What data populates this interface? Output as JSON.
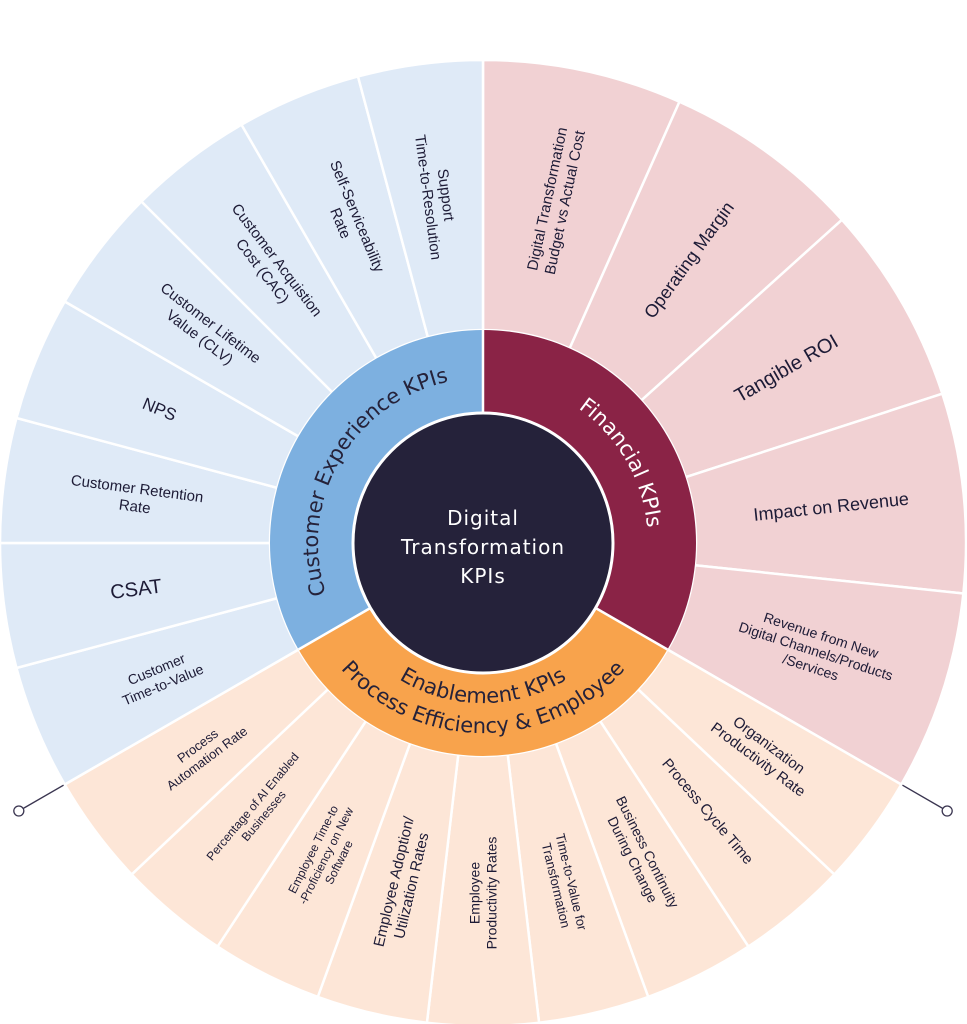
{
  "center": {
    "lines": [
      "Digital",
      "Transformation",
      "KPIs"
    ]
  },
  "colors": {
    "center": "#25223a",
    "financial_ring": "#8a2346",
    "financial_outer": "#f1d1d3",
    "customer_ring": "#7db0e0",
    "customer_outer": "#dfeaf7",
    "process_ring": "#f8a34c",
    "process_outer": "#fde6d7",
    "axis_line": "#3a3550"
  },
  "categories": [
    {
      "id": "financial",
      "ring_label": [
        "Financial KPIs"
      ],
      "text_color": "#ffffff",
      "items": [
        {
          "lines": [
            "Digital Transformation",
            "Budget vs Actual Cost"
          ],
          "size": 15
        },
        {
          "lines": [
            "Operating Margin"
          ],
          "size": 18
        },
        {
          "lines": [
            "Tangible ROI"
          ],
          "size": 20
        },
        {
          "lines": [
            "Impact on Revenue"
          ],
          "size": 18
        },
        {
          "lines": [
            "Revenue from New",
            "Digital Channels/Products",
            "/Services"
          ],
          "size": 14
        }
      ]
    },
    {
      "id": "process",
      "ring_label": [
        "Process Efficiency & Employee",
        "Enablement KPIs"
      ],
      "text_color": "#25223a",
      "items": [
        {
          "lines": [
            "Organization",
            "Productivity Rate"
          ],
          "size": 15
        },
        {
          "lines": [
            "Process Cycle Time"
          ],
          "size": 15
        },
        {
          "lines": [
            "Business Continuity",
            "During Change"
          ],
          "size": 14
        },
        {
          "lines": [
            "Time-to-Value for",
            "Transformation"
          ],
          "size": 13
        },
        {
          "lines": [
            "Employee",
            "Productivity Rates"
          ],
          "size": 14
        },
        {
          "lines": [
            "Employee Adoption/",
            "Utilization Rates"
          ],
          "size": 15
        },
        {
          "lines": [
            "Employee Time-to",
            "-Proficiency on New",
            "Software"
          ],
          "size": 12
        },
        {
          "lines": [
            "Percentage of AI Enabled",
            "Businesses"
          ],
          "size": 12
        },
        {
          "lines": [
            "Process",
            "Automation Rate"
          ],
          "size": 13
        }
      ]
    },
    {
      "id": "customer",
      "ring_label": [
        "Customer Experience KPIs"
      ],
      "text_color": "#25223a",
      "items": [
        {
          "lines": [
            "Customer",
            "Time-to-Value"
          ],
          "size": 14
        },
        {
          "lines": [
            "CSAT"
          ],
          "size": 20
        },
        {
          "lines": [
            "Customer Retention",
            "Rate"
          ],
          "size": 15
        },
        {
          "lines": [
            "NPS"
          ],
          "size": 17
        },
        {
          "lines": [
            "Customer Lifetime",
            "Value (CLV)"
          ],
          "size": 15
        },
        {
          "lines": [
            "Customer Acquistion",
            "Cost (CAC)"
          ],
          "size": 15
        },
        {
          "lines": [
            "Self-Serviceability",
            "Rate"
          ],
          "size": 15
        },
        {
          "lines": [
            "Support",
            "Time-to-Resolution"
          ],
          "size": 15
        }
      ]
    }
  ]
}
